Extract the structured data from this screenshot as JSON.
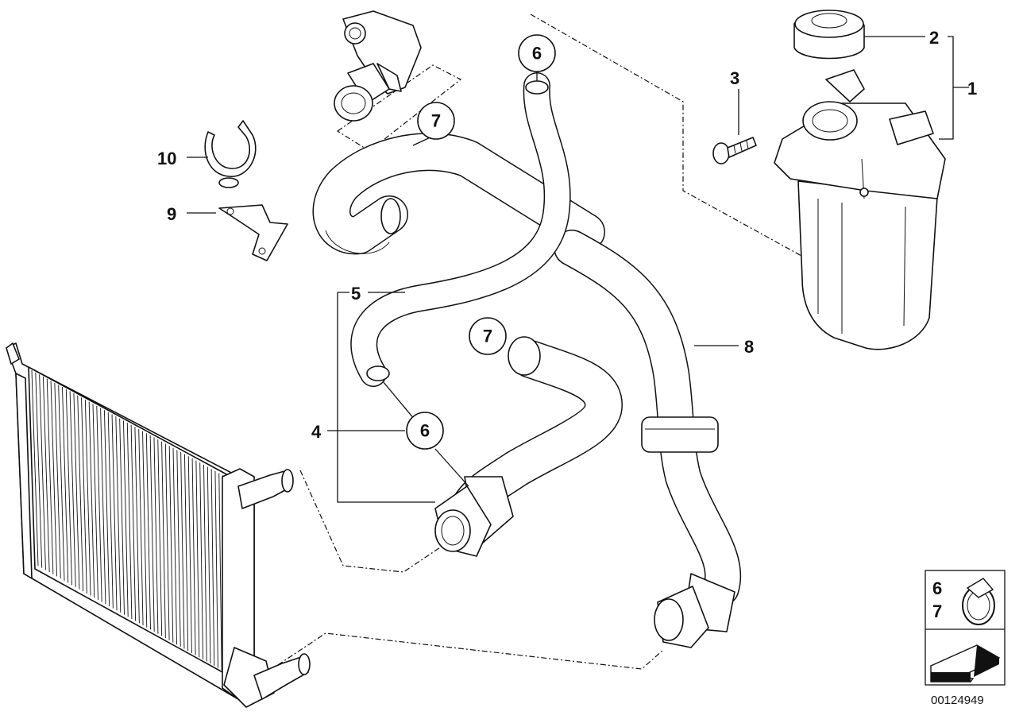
{
  "diagram": {
    "callouts": [
      {
        "id": "c1",
        "label": "1",
        "circled": false
      },
      {
        "id": "c2",
        "label": "2",
        "circled": false
      },
      {
        "id": "c3",
        "label": "3",
        "circled": false
      },
      {
        "id": "c4",
        "label": "4",
        "circled": false
      },
      {
        "id": "c5",
        "label": "5",
        "circled": false
      },
      {
        "id": "c6a",
        "label": "6",
        "circled": true
      },
      {
        "id": "c6b",
        "label": "6",
        "circled": true
      },
      {
        "id": "c7a",
        "label": "7",
        "circled": true
      },
      {
        "id": "c7b",
        "label": "7",
        "circled": true
      },
      {
        "id": "c8",
        "label": "8",
        "circled": false
      },
      {
        "id": "c9",
        "label": "9",
        "circled": false
      },
      {
        "id": "c10",
        "label": "10",
        "circled": false
      }
    ],
    "legend": {
      "line1": "6",
      "line2": "7",
      "icon": "hose-clamp-icon",
      "arrow": "direction-arrow-icon"
    },
    "image_number": "00124949"
  }
}
